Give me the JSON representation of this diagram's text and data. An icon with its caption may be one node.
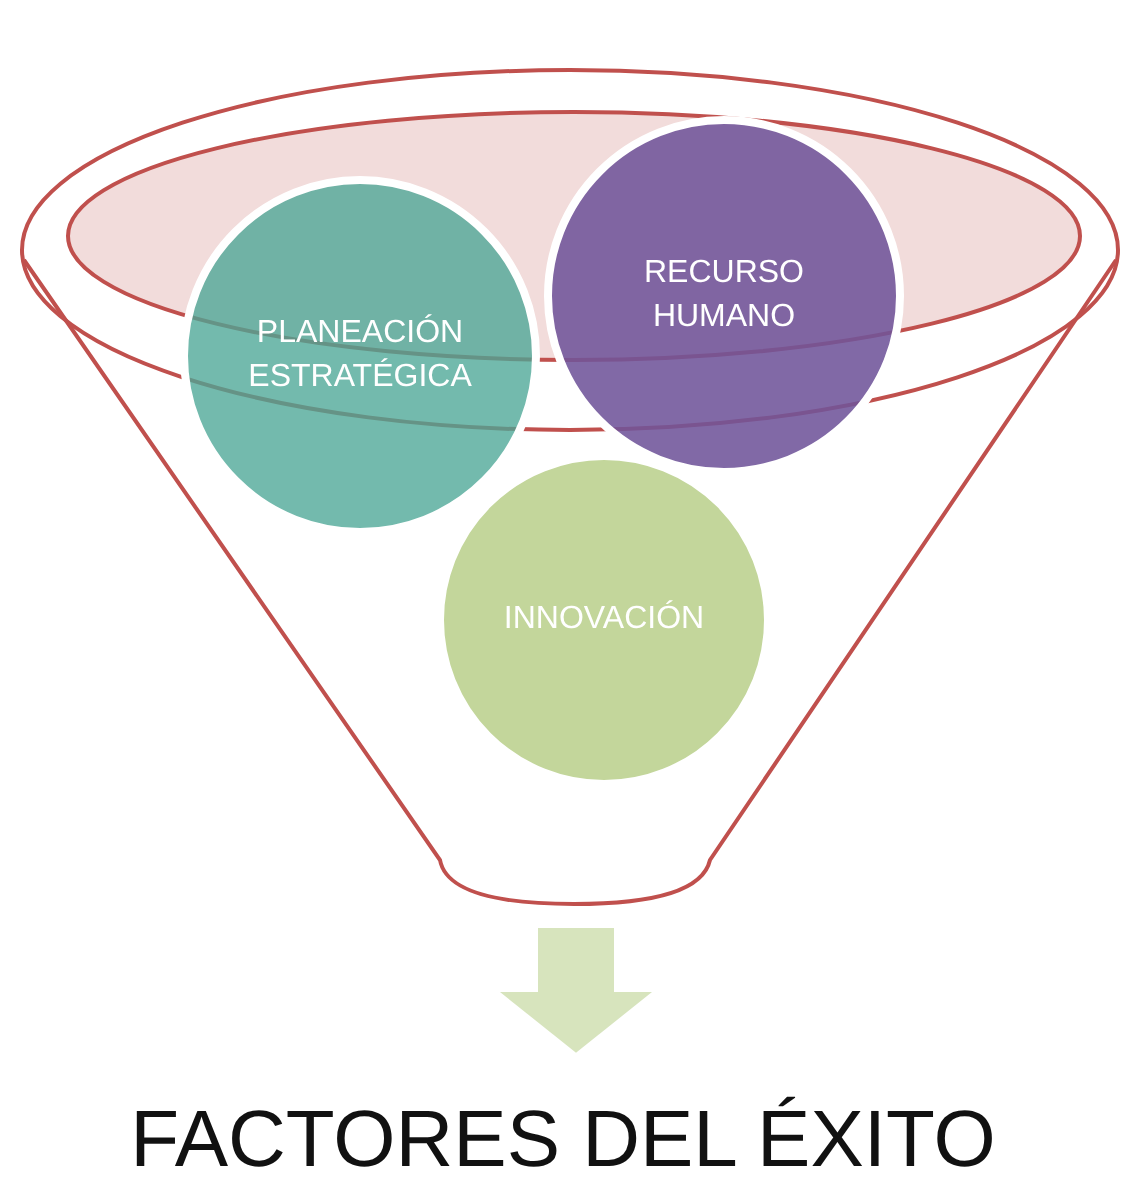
{
  "diagram": {
    "nodes": [
      {
        "text": [],
        "shape": "funnel"
      },
      {
        "text": [
          "PLANEACIÓN ESTRATÉGICA"
        ],
        "in": 0
      },
      {
        "text": [
          "RECURSO HUMANO"
        ],
        "in": 0
      },
      {
        "text": [
          "INNOVACIÓN"
        ],
        "in": 0
      },
      {
        "text": [
          "FACTORES DEL ÉXITO"
        ]
      }
    ],
    "edges": [
      {
        "from": 0,
        "to": 4,
        "arrow": "to"
      }
    ]
  }
}
